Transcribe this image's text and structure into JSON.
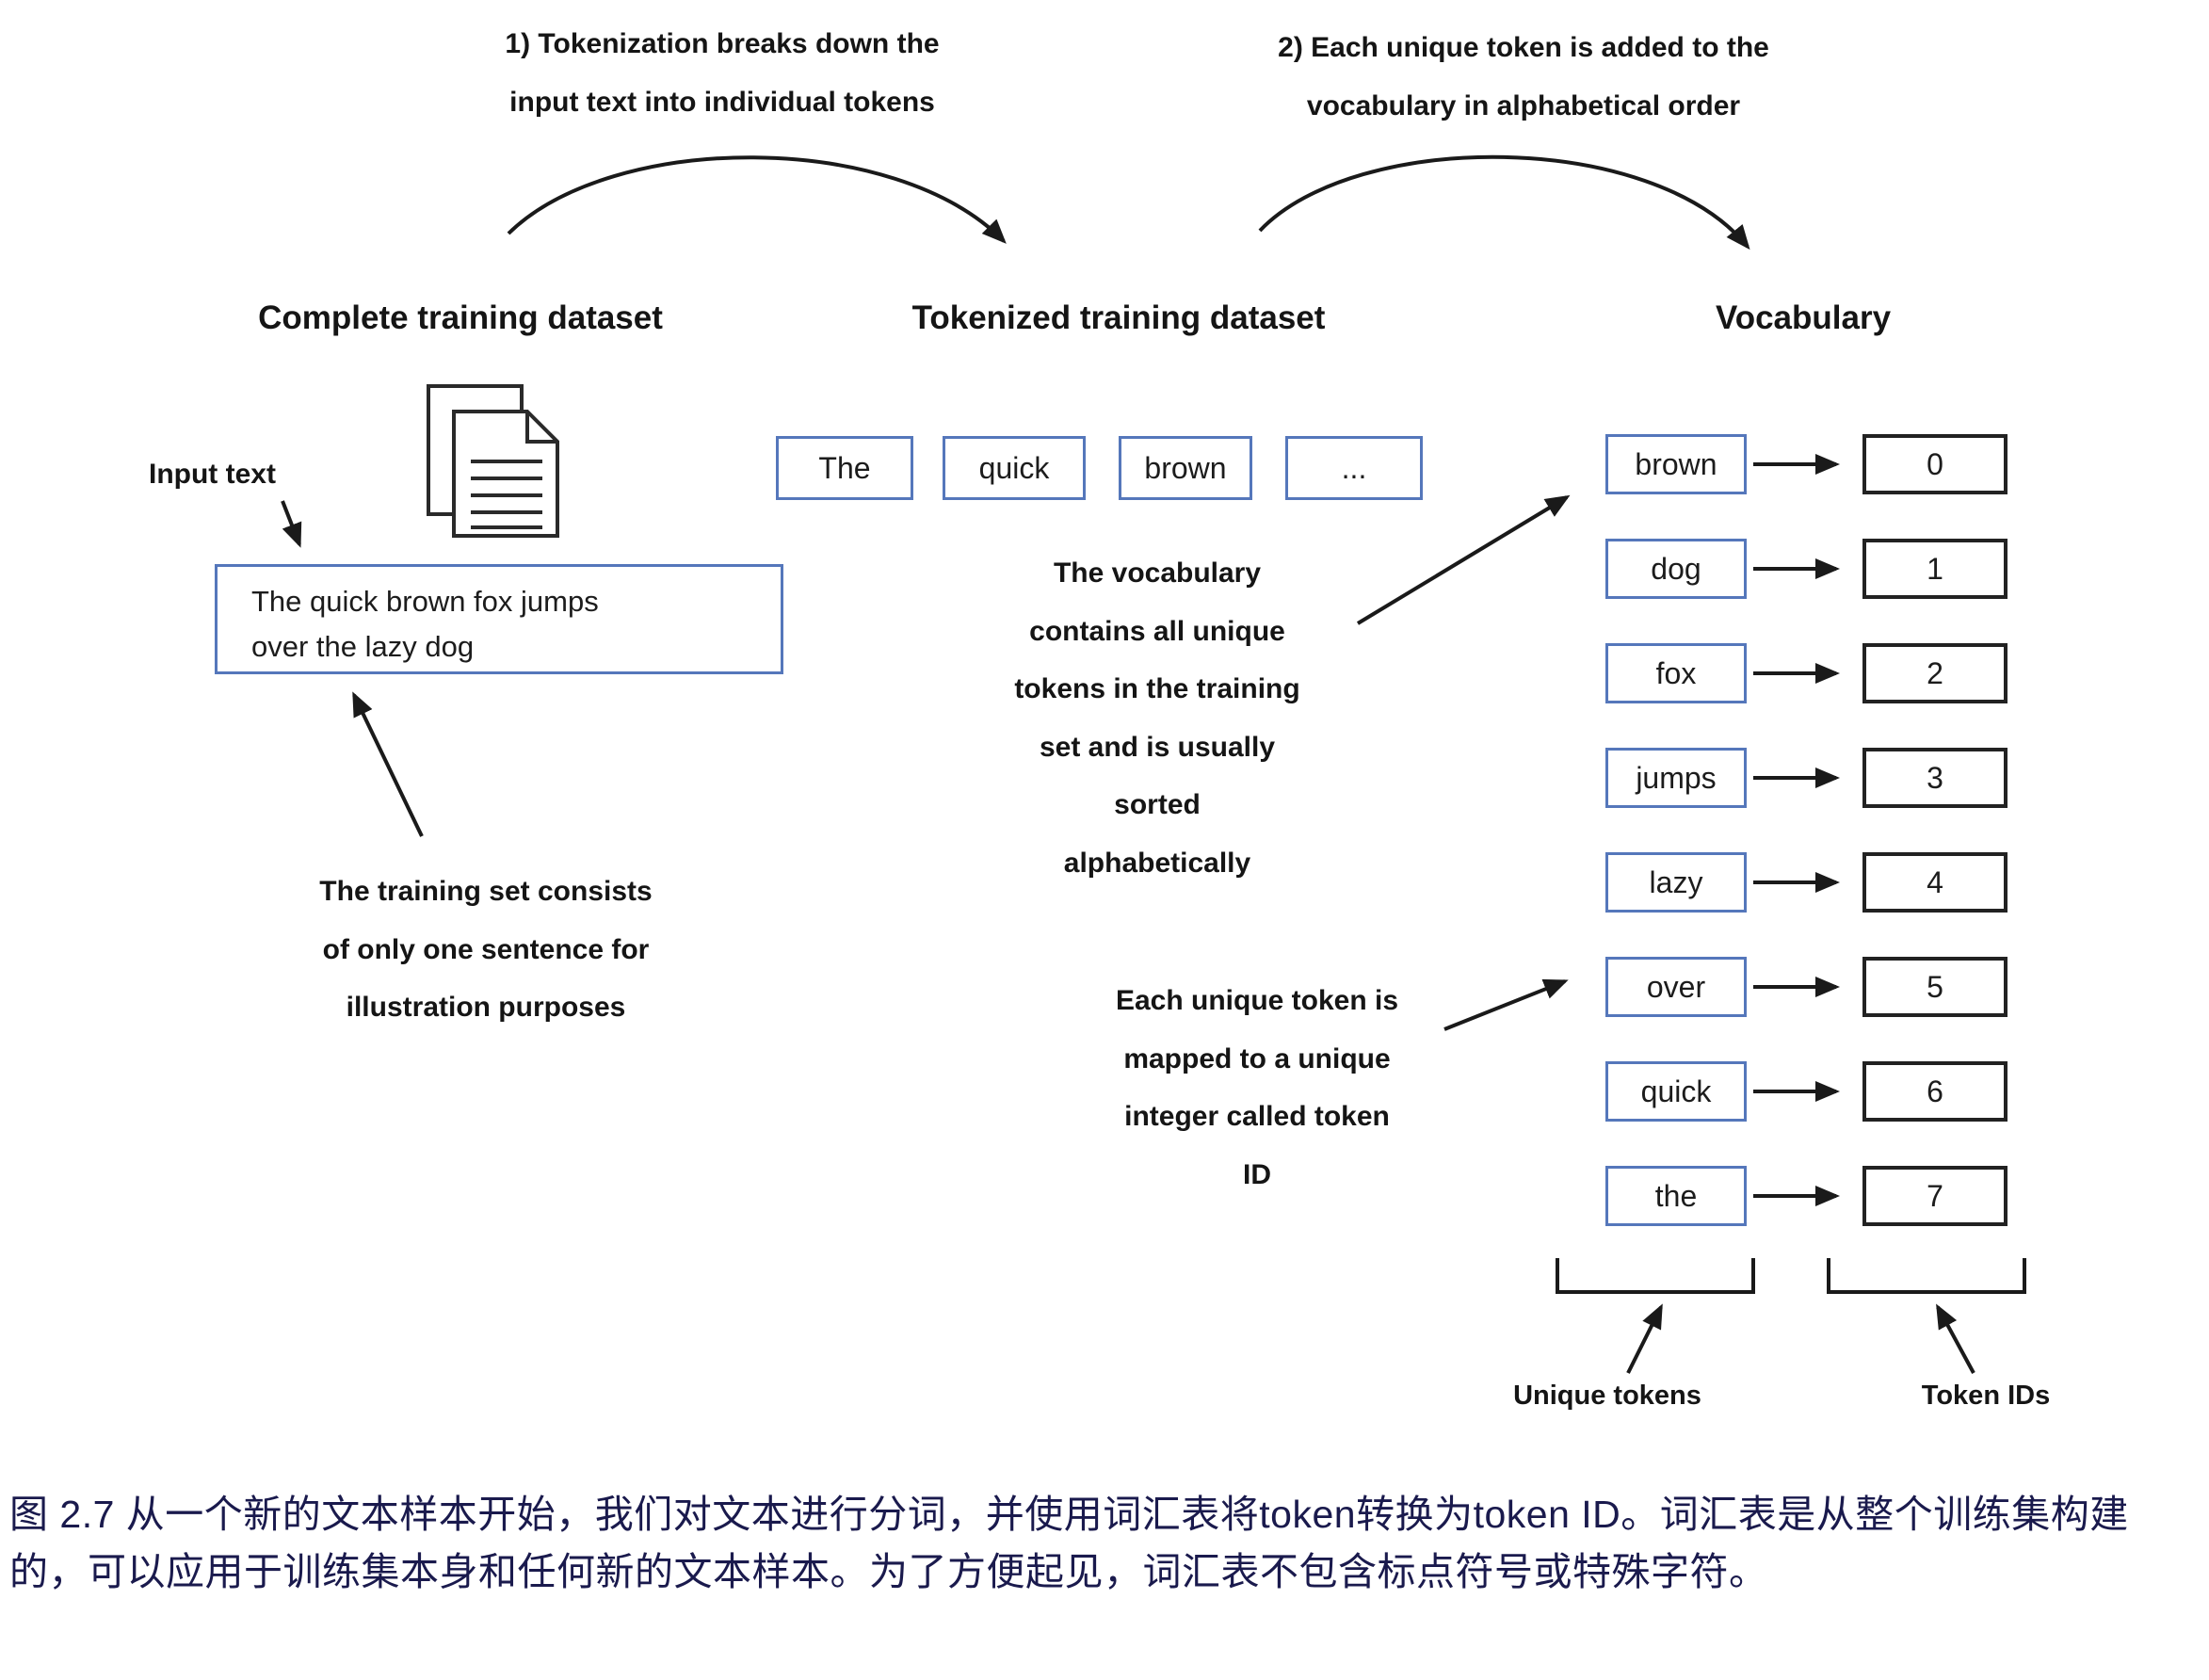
{
  "annotations": {
    "step1": "1) Tokenization breaks down the\ninput text into individual tokens",
    "step2": "2) Each unique token is added to the\nvocabulary in alphabetical order",
    "input_text_label": "Input text",
    "training_set_note": "The training set consists\nof only one sentence for\nillustration purposes",
    "vocab_note": "The vocabulary\ncontains all unique\ntokens in the training\nset and is usually\nsorted\nalphabetically",
    "token_id_note": "Each unique token is\nmapped to a unique\ninteger called token\nID",
    "unique_tokens_label": "Unique tokens",
    "token_ids_label": "Token IDs"
  },
  "headings": {
    "complete": "Complete training dataset",
    "tokenized": "Tokenized training dataset",
    "vocabulary": "Vocabulary"
  },
  "input_box": {
    "text": "The quick brown fox jumps\nover the lazy dog"
  },
  "tokens": [
    "The",
    "quick",
    "brown",
    "..."
  ],
  "vocabulary": {
    "rows": [
      {
        "token": "brown",
        "id": "0"
      },
      {
        "token": "dog",
        "id": "1"
      },
      {
        "token": "fox",
        "id": "2"
      },
      {
        "token": "jumps",
        "id": "3"
      },
      {
        "token": "lazy",
        "id": "4"
      },
      {
        "token": "over",
        "id": "5"
      },
      {
        "token": "quick",
        "id": "6"
      },
      {
        "token": "the",
        "id": "7"
      }
    ]
  },
  "caption": "图 2.7 从一个新的文本样本开始，我们对文本进行分词，并使用词汇表将token转换为token ID。词汇表是从整个训练集构建的，可以应用于训练集本身和任何新的文本样本。为了方便起见，词汇表不包含标点符号或特殊字符。",
  "colors": {
    "box_border_blue": "#5577bb",
    "id_box_border": "#222222",
    "arrow_color": "#1a1a1a",
    "caption_color": "#1a1a4d"
  }
}
